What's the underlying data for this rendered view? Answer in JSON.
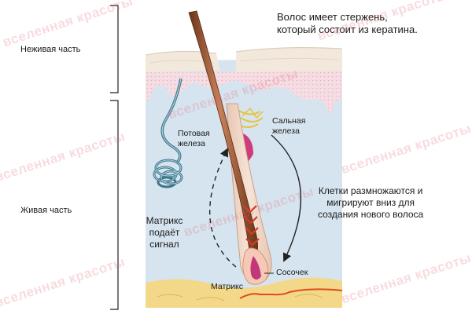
{
  "side_labels": {
    "nonliving": "Неживая часть",
    "living": "Живая часть"
  },
  "top_note": [
    "Волос имеет стержень,",
    "который состоит из кератина."
  ],
  "labels": {
    "sweat_gland": [
      "Потовая",
      "железа"
    ],
    "sebaceous_gland": [
      "Сальная",
      "железа"
    ],
    "cells_note": [
      "Клетки размножаются и",
      "мигрируют вниз для",
      "создания нового волоса"
    ],
    "matrix_signal": [
      "Матрикс",
      "подаёт",
      "сигнал"
    ],
    "papilla": "Сосочек",
    "matrix": "Матрикс"
  },
  "watermark": "вселенная красоты",
  "colors": {
    "background": "#ffffff",
    "dermis": "#d6e4ef",
    "epidermis": "#f2e8dc",
    "papillary_layer": "#f5dde3",
    "fat_layer": "#f3d88a",
    "hair_shaft": "#8a4a2a",
    "sebaceous": "#d0397a",
    "sweat_gland": "#5b8ea0",
    "artery": "#e04b1c",
    "watermark": "#e15a6e"
  }
}
